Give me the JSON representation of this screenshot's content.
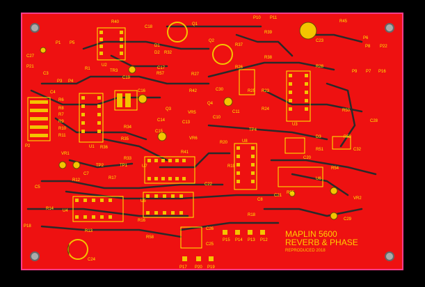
{
  "board": {
    "title_line1": "MAPLIN 5600",
    "title_line2": "REVERB & PHASE",
    "title_line3": "REPRODUCED 2018",
    "colors": {
      "background": "#000000",
      "board": "#ee1111",
      "copper": "#ff2a2a",
      "trace": "#222222",
      "pad": "#f4c400",
      "silk": "#fff200",
      "outline": "#ff3c8c"
    }
  },
  "components": [
    {
      "ref": "R40"
    },
    {
      "ref": "C18"
    },
    {
      "ref": "Q1"
    },
    {
      "ref": "P10"
    },
    {
      "ref": "P11"
    },
    {
      "ref": "R45"
    },
    {
      "ref": "C27"
    },
    {
      "ref": "P1"
    },
    {
      "ref": "P5"
    },
    {
      "ref": "D1"
    },
    {
      "ref": "D2"
    },
    {
      "ref": "R32"
    },
    {
      "ref": "Q2"
    },
    {
      "ref": "R37"
    },
    {
      "ref": "R39"
    },
    {
      "ref": "R38"
    },
    {
      "ref": "C23"
    },
    {
      "ref": "P6"
    },
    {
      "ref": "P8"
    },
    {
      "ref": "P22"
    },
    {
      "ref": "P21"
    },
    {
      "ref": "R1"
    },
    {
      "ref": "U2"
    },
    {
      "ref": "TR3"
    },
    {
      "ref": "C17"
    },
    {
      "ref": "R57"
    },
    {
      "ref": "R27"
    },
    {
      "ref": "R26"
    },
    {
      "ref": "R28"
    },
    {
      "ref": "P9"
    },
    {
      "ref": "P7"
    },
    {
      "ref": "P16"
    },
    {
      "ref": "C3"
    },
    {
      "ref": "C4"
    },
    {
      "ref": "P3"
    },
    {
      "ref": "P4"
    },
    {
      "ref": "C19"
    },
    {
      "ref": "C16"
    },
    {
      "ref": "R42"
    },
    {
      "ref": "C30"
    },
    {
      "ref": "R25"
    },
    {
      "ref": "R23"
    },
    {
      "ref": "R6"
    },
    {
      "ref": "R8"
    },
    {
      "ref": "R7"
    },
    {
      "ref": "R9"
    },
    {
      "ref": "R10"
    },
    {
      "ref": "R11"
    },
    {
      "ref": "Q3"
    },
    {
      "ref": "Q4"
    },
    {
      "ref": "VR5"
    },
    {
      "ref": "C11"
    },
    {
      "ref": "R24"
    },
    {
      "ref": "R50"
    },
    {
      "ref": "C28"
    },
    {
      "ref": "R34"
    },
    {
      "ref": "C14"
    },
    {
      "ref": "C10"
    },
    {
      "ref": "C13"
    },
    {
      "ref": "U3"
    },
    {
      "ref": "P2"
    },
    {
      "ref": "U1"
    },
    {
      "ref": "R36"
    },
    {
      "ref": "R35"
    },
    {
      "ref": "C15"
    },
    {
      "ref": "VR6"
    },
    {
      "ref": "R20"
    },
    {
      "ref": "TP4"
    },
    {
      "ref": "D3"
    },
    {
      "ref": "R51"
    },
    {
      "ref": "R53"
    },
    {
      "ref": "C32"
    },
    {
      "ref": "R41"
    },
    {
      "ref": "U8"
    },
    {
      "ref": "C20"
    },
    {
      "ref": "R54"
    },
    {
      "ref": "VR1"
    },
    {
      "ref": "R33"
    },
    {
      "ref": "TP2"
    },
    {
      "ref": "TP1"
    },
    {
      "ref": "U7"
    },
    {
      "ref": "R19"
    },
    {
      "ref": "C7"
    },
    {
      "ref": "R12"
    },
    {
      "ref": "R17"
    },
    {
      "ref": "C5"
    },
    {
      "ref": "C22"
    },
    {
      "ref": "R55"
    },
    {
      "ref": "U6"
    },
    {
      "ref": "R14"
    },
    {
      "ref": "U4"
    },
    {
      "ref": "U5"
    },
    {
      "ref": "C8"
    },
    {
      "ref": "C21"
    },
    {
      "ref": "VR2"
    },
    {
      "ref": "R18"
    },
    {
      "ref": "R16"
    },
    {
      "ref": "C29"
    },
    {
      "ref": "P18"
    },
    {
      "ref": "R13"
    },
    {
      "ref": "C26"
    },
    {
      "ref": "R58"
    },
    {
      "ref": "C25"
    },
    {
      "ref": "P15"
    },
    {
      "ref": "P14"
    },
    {
      "ref": "P13"
    },
    {
      "ref": "P12"
    },
    {
      "ref": "C24"
    },
    {
      "ref": "P17"
    },
    {
      "ref": "P20"
    },
    {
      "ref": "P19"
    }
  ]
}
